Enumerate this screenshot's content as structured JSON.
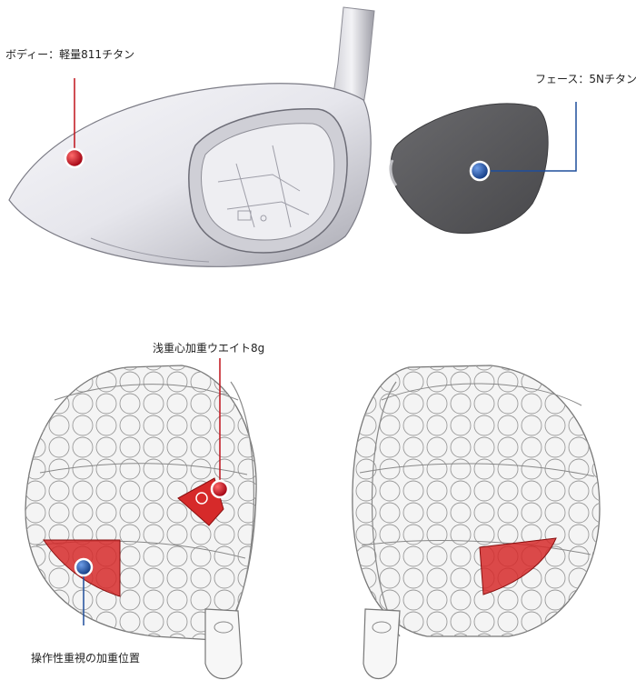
{
  "labels": {
    "body_material": "ボディー：軽量811チタン",
    "face_material": "フェース：5Nチタン",
    "shallow_weight": "浅重心加重ウエイト8g",
    "maneuver_weight": "操作性重視の加重位置"
  },
  "colors": {
    "body_marker": "#c0121b",
    "face_marker": "#1f4e9c",
    "weight_red": "#d62a2a",
    "face_plate": "#5a5a5c",
    "wire_line": "#8a8a8a"
  }
}
